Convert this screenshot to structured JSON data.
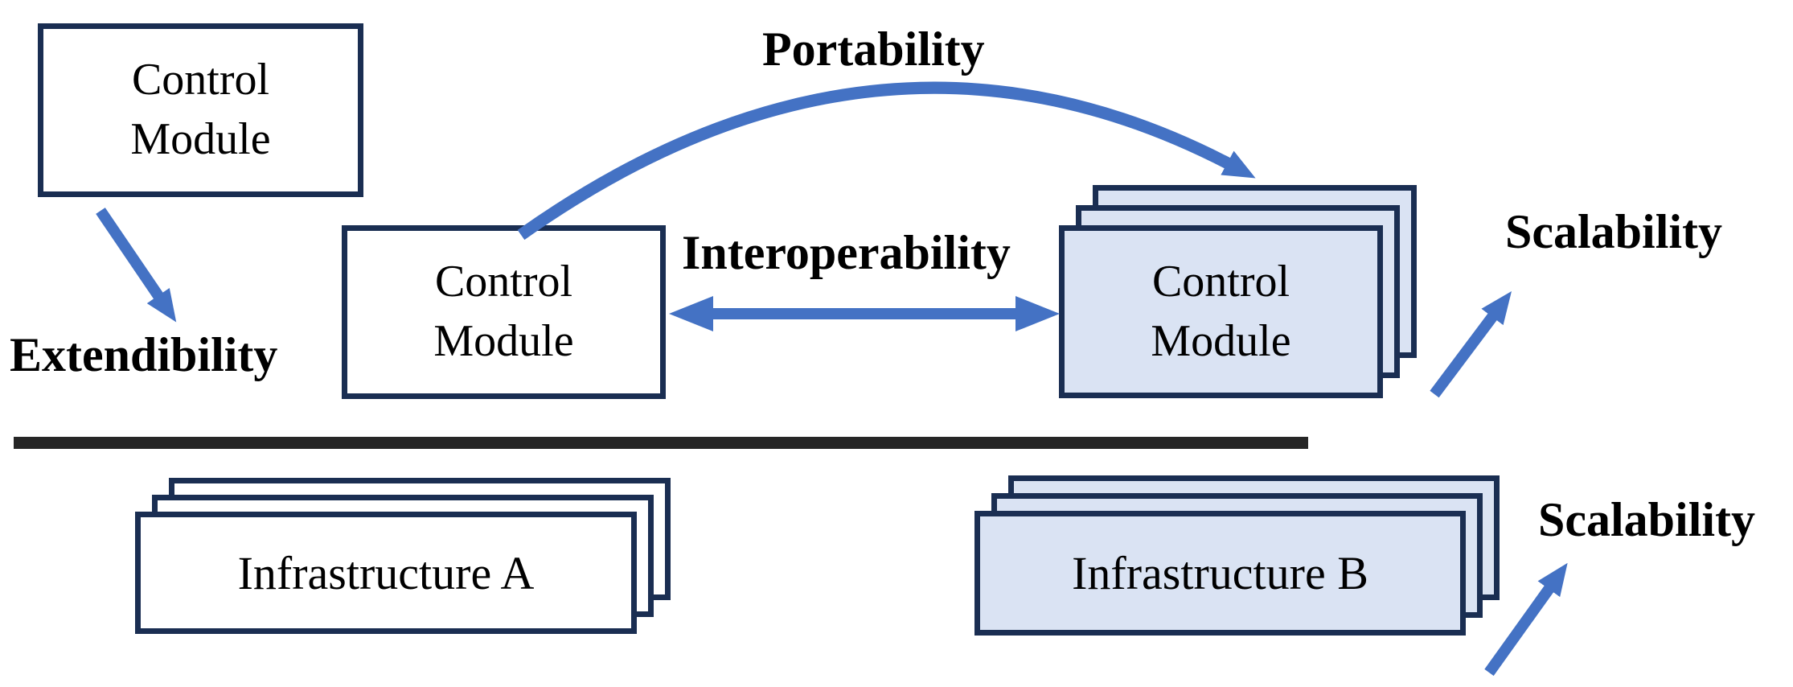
{
  "diagram": {
    "nodes": {
      "control_module_top_left": {
        "label": "Control Module"
      },
      "control_module_center": {
        "label": "Control Module"
      },
      "control_module_stack": {
        "label": "Control Module"
      },
      "infrastructure_a": {
        "label": "Infrastructure A"
      },
      "infrastructure_b": {
        "label": "Infrastructure B"
      }
    },
    "labels": {
      "extendibility": "Extendibility",
      "portability": "Portability",
      "interoperability": "Interoperability",
      "scalability_top": "Scalability",
      "scalability_bottom": "Scalability"
    },
    "colors": {
      "arrow_blue": "#4472C4",
      "box_border_navy": "#1A2E52",
      "stack_fill_light_blue": "#DAE3F3",
      "plain_fill_white": "#FFFFFF",
      "divider_dark": "#262626",
      "text_black": "#000000"
    }
  }
}
